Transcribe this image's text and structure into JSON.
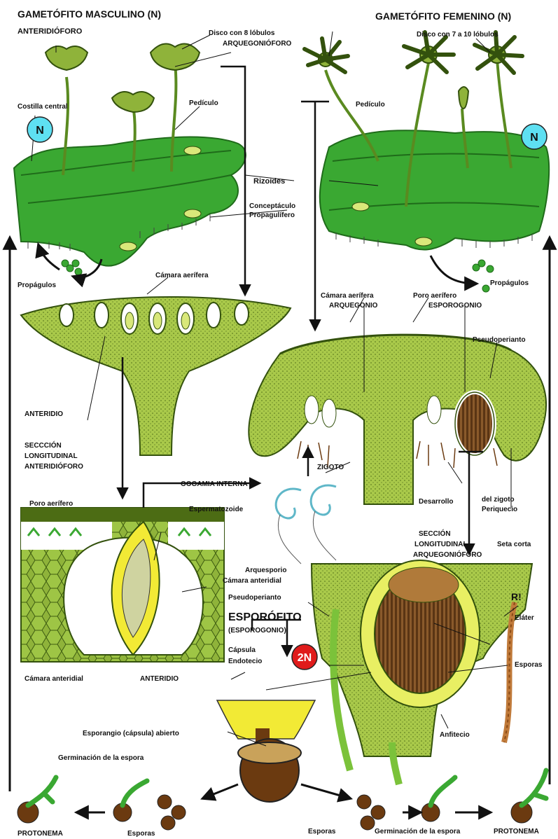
{
  "titles": {
    "male": "GAMETÓFITO MASCULINO (N)",
    "female": "GAMETÓFITO FEMENINO (N)"
  },
  "labels": {
    "anteridioforo": "ANTERIDIÓFORO",
    "disco_8": "Disco con 8 lóbulos",
    "arquegonioforo": "ARQUEGONIÓFORO",
    "disco_7_10": "Disco con 7 a 10 lóbulos",
    "costilla_central": "Costilla central",
    "pediculo_left": "Pedículo",
    "pediculo_right": "Pedículo",
    "rizoides": "Rizoides",
    "conceptaculo": "Conceptáculo",
    "propagulifero": "Propagulífero",
    "propagulos_left": "Propágulos",
    "propagulos_right": "Propágulos",
    "camara_aerifera_left": "Cámara aerífera",
    "camara_aerifera_right": "Cámara aerífera",
    "poro_aerifero_right": "Poro aerífero",
    "arquegonio": "ARQUEGONIO",
    "esporogonio": "ESPOROGONIO",
    "pseudoperianto_top": "Pseudoperianto",
    "anteridio_top": "ANTERIDIO",
    "seccion_antheridio_1": "SECCCIÓN",
    "seccion_antheridio_2": "LONGITUDINAL",
    "seccion_antheridio_3": "ANTERIDIÓFORO",
    "zigoto": "ZIGOTO",
    "oogamia": "OOGAMIA INTERNA",
    "poro_aerifero_left": "Poro aerífero",
    "espermatozoide": "Espermatozoide",
    "desarrollo": "Desarrollo",
    "del_zigoto": "del zigoto",
    "periquecio": "Periquecio",
    "seccion_arq_1": "SECCIÓN",
    "seccion_arq_2": "LONGITUDINAL",
    "seccion_arq_3": "ARQUEGONIÓFORO",
    "seta_corta": "Seta corta",
    "arquesporio": "Arquesporio",
    "camara_anteridial_top": "Cámara anteridial",
    "pseudoperianto_bottom": "Pseudoperianto",
    "r_mark": "R!",
    "elater": "Eláter",
    "esporofito_1": "ESPORÓFITO",
    "esporofito_2": "(ESPOROGONIO)",
    "capsula": "Cápsula",
    "endotecio": "Endotecio",
    "esporas_right_mid": "Esporas",
    "camara_anteridial_bottom": "Cámara anteridial",
    "anteridio_bottom": "ANTERIDIO",
    "anfitecio": "Anfitecio",
    "esporangio": "Esporangio (cápsula) abierto",
    "germinacion_left": "Germinación de la espora",
    "germinacion_right": "Germinación de la espora",
    "protonema_left": "PROTONEMA",
    "protonema_right": "PROTONEMA",
    "esporas_bottom_left": "Esporas",
    "esporas_bottom_right": "Esporas"
  },
  "ploidy": {
    "n_left": "N",
    "n_right": "N",
    "two_n": "2N"
  },
  "colors": {
    "thallus_green": "#3aa832",
    "tissue_green": "#a9c94a",
    "dark_green": "#1f6b1a",
    "n_badge": "#5ee0f2",
    "two_n_badge": "#e01b1b",
    "brown": "#7a4a1e",
    "yellow": "#f2ea35",
    "arrow": "#111111"
  }
}
